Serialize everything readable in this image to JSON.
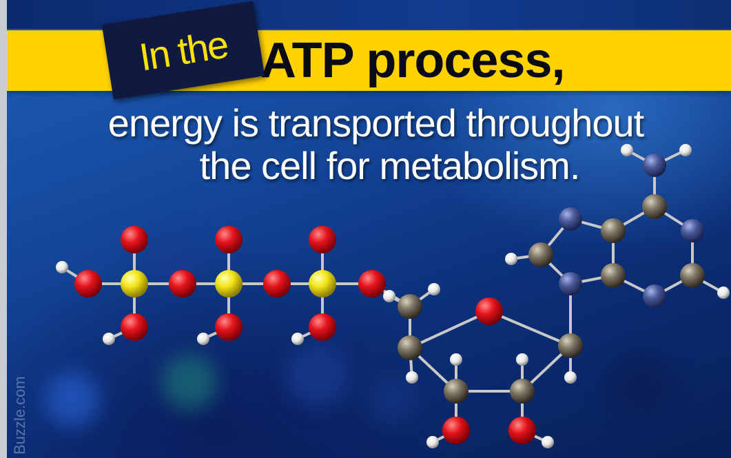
{
  "banner": {
    "intro": "In the",
    "headline": "ATP process,",
    "colors": {
      "banner": "#ffd200",
      "intro_bg": "#101a40",
      "intro_text": "#ffe200"
    }
  },
  "subtitle": {
    "line1": "energy is transported throughout",
    "line2": "the cell for metabolism."
  },
  "watermark": "Buzzle.com",
  "molecule": {
    "name": "atp-molecule-icon",
    "colors": {
      "oxygen": "#e4141c",
      "phosphorus": "#f2e51a",
      "carbon": "#7f7565",
      "nitrogen": "#4a5a9a",
      "hydrogen": "#f2f2f2",
      "bond": "#c8c8c8"
    }
  }
}
